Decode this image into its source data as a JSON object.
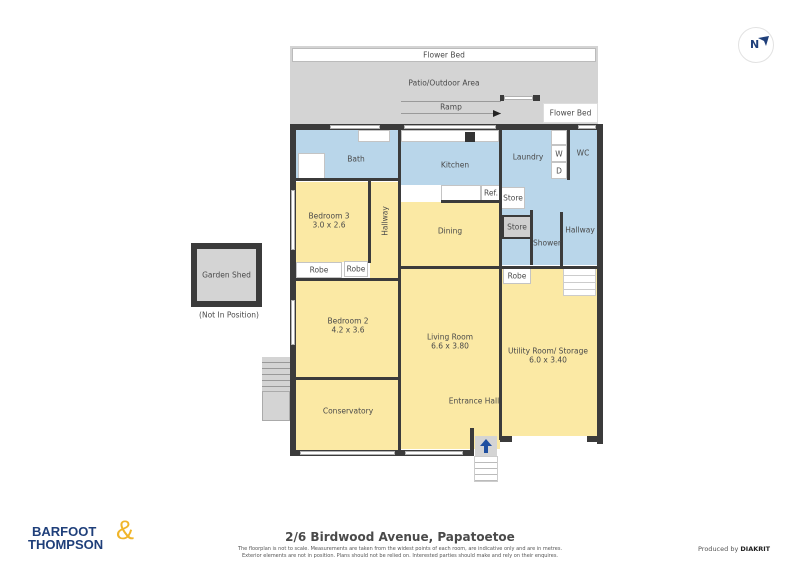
{
  "compass": {
    "letter": "N",
    "icon": "north-arrow-icon",
    "color": "#1f3f7a"
  },
  "exterior": {
    "flower_bed_top": "Flower Bed",
    "patio": "Patio/Outdoor Area",
    "ramp": "Ramp",
    "flower_bed_right": "Flower Bed",
    "garden_shed": "Garden Shed",
    "garden_shed_note": "(Not In Position)"
  },
  "rooms": {
    "bath": {
      "name": "Bath"
    },
    "kitchen": {
      "name": "Kitchen"
    },
    "laundry": {
      "name": "Laundry"
    },
    "wc": {
      "name": "WC"
    },
    "washer": {
      "name": "W"
    },
    "dryer": {
      "name": "D"
    },
    "ref": {
      "name": "Ref."
    },
    "store_1": {
      "name": "Store"
    },
    "store_2": {
      "name": "Store"
    },
    "shower": {
      "name": "Shower"
    },
    "hallway_left": {
      "name": "Hallway"
    },
    "hallway_right": {
      "name": "Hallway"
    },
    "bedroom3": {
      "name": "Bedroom 3",
      "size": "3.0 x 2.6"
    },
    "dining": {
      "name": "Dining"
    },
    "robe_1": {
      "name": "Robe"
    },
    "robe_2": {
      "name": "Robe"
    },
    "robe_3": {
      "name": "Robe"
    },
    "bedroom2": {
      "name": "Bedroom 2",
      "size": "4.2 x 3.6"
    },
    "living": {
      "name": "Living Room",
      "size": "6.6 x 3.80"
    },
    "utility": {
      "name": "Utility Room/ Storage",
      "size": "6.0 x 3.40"
    },
    "conservatory": {
      "name": "Conservatory"
    },
    "entrance": {
      "name": "Entrance Hall"
    }
  },
  "colors": {
    "wet_area": "#b9d6ea",
    "living_area": "#fbe9a4",
    "exterior": "#d4d4d4",
    "wall": "#3b3b3b",
    "entry_arrow": "#1f4fa0"
  },
  "footer": {
    "brand_line1": "BARFOOT",
    "brand_line2": "THOMPSON",
    "brand_amp": "&",
    "address": "2/6 Birdwood Avenue, Papatoetoe",
    "disclaimer_1": "The floorplan is not to scale. Measurements are taken from the widest points of each room, are indicative only and are in metres.",
    "disclaimer_2": "Exterior elements are not in position. Plans should not be relied on. Interested parties should make and rely on their enquires.",
    "produced_by": "Produced by",
    "producer": "DIAKRIT"
  }
}
